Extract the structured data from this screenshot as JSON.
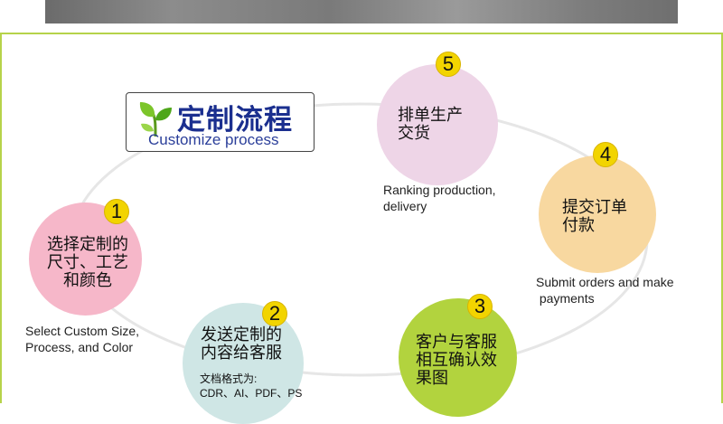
{
  "title": {
    "cn": "定制流程",
    "en": "Customize process"
  },
  "colors": {
    "accent_green": "#b6d34a",
    "title_blue": "#1b2f8f",
    "badge_yellow": "#f2d400"
  },
  "steps": [
    {
      "number": "1",
      "cn_lines": [
        "选择定制的",
        "尺寸、工艺",
        "和颜色"
      ],
      "en_lines": [
        "Select Custom Size,",
        "Process, and Color"
      ],
      "color": "#f6b7c9"
    },
    {
      "number": "2",
      "cn_lines": [
        "发送定制的",
        "内容给客服"
      ],
      "sub_lines": [
        "文档格式为:",
        "CDR、AI、PDF、PS"
      ],
      "color": "#cfe6e5"
    },
    {
      "number": "3",
      "cn_lines": [
        "客户与客服",
        "相互确认效",
        "果图"
      ],
      "color": "#b2d33e"
    },
    {
      "number": "4",
      "cn_lines": [
        "提交订单",
        "付款"
      ],
      "en_lines": [
        "Submit orders and make",
        " payments"
      ],
      "color": "#f8d8a0"
    },
    {
      "number": "5",
      "cn_lines": [
        "排单生产",
        "交货"
      ],
      "en_lines": [
        "Ranking production,",
        "delivery"
      ],
      "color": "#eed5e7"
    }
  ]
}
